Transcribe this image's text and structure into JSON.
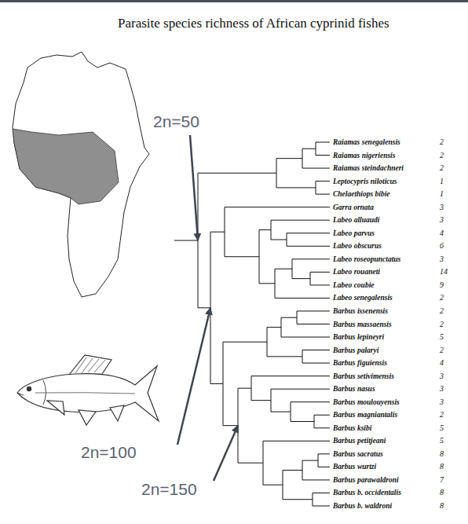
{
  "diagram": {
    "title": "Parasite species richness of African cyprinid fishes",
    "labels": [
      "2n=50",
      "Raiamas senegalensis",
      "2",
      "Raiamas nigeriensis",
      "2",
      "Raiamas steindachneri",
      "2",
      "Leptocypris niloticus",
      "1",
      "Chelaethiops bibie",
      "1",
      "Garra ornata",
      "3",
      "Labeo alluaudi",
      "3",
      "Labeo parvus",
      "4",
      "Labeo obscurus",
      "6",
      "Labeo roseopunctatus",
      "3",
      "Labeo rouaneti",
      "14",
      "Labeo coubie",
      "9",
      "Labeo senegalensis",
      "2",
      "Barbus issenensis",
      "2",
      "Barbus massaensis",
      "2",
      "Barbus lepineyri",
      "5",
      "Barbus palaryi",
      "2",
      "Barbus figuiensis",
      "4",
      "Barbus setivimensis",
      "3",
      "Barbus nasus",
      "3",
      "Barbus moulouyensis",
      "3",
      "Barbus magniantalis",
      "2",
      "Barbus ksibi",
      "5",
      "Barbus petitjeani",
      "5",
      "Barbus sacratus",
      "8",
      "Barbus wurtzi",
      "8",
      "Barbus parawaldroni",
      "7",
      "Barbus b. occidentalis",
      "8",
      "Barbus b. waldroni",
      "8",
      "2n=100",
      "2n=150"
    ]
  }
}
